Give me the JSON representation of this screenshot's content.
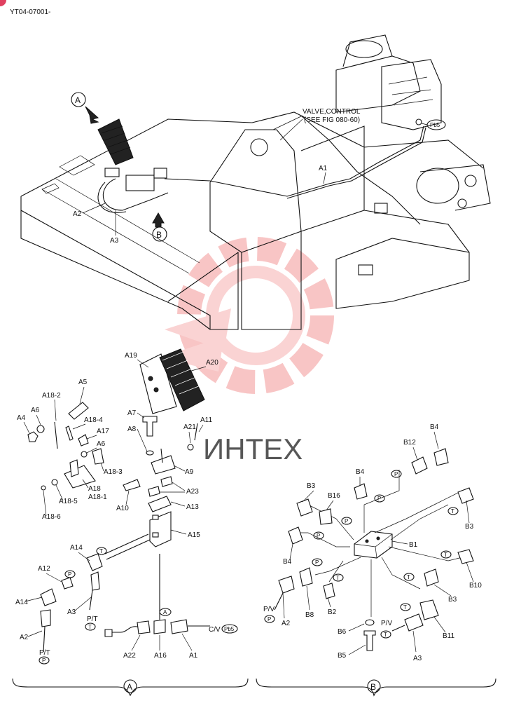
{
  "header": {
    "doc_code": "YT04-07001-"
  },
  "callouts": {
    "view_a": "A",
    "view_b": "B",
    "valve_control_line1": "VALVE,CONTROL",
    "valve_control_line2": "(SEE FIG 080-60)",
    "pb5": "Pb5"
  },
  "overview_labels": [
    "A1",
    "A2",
    "A3"
  ],
  "section_a_labels": {
    "a5": "A5",
    "a18_2": "A18-2",
    "a6a": "A6",
    "a4": "A4",
    "a18_4": "A18-4",
    "a17": "A17",
    "a6b": "A6",
    "a18_3": "A18-3",
    "a18": "A18",
    "a18_1": "A18-1",
    "a18_5": "A18-5",
    "a18_6": "A18-6",
    "a19": "A19",
    "a20": "A20",
    "a7": "A7",
    "a8": "A8",
    "a21": "A21",
    "a11": "A11",
    "a9": "A9",
    "a23": "A23",
    "a10": "A10",
    "a13": "A13",
    "a15": "A15",
    "a14a": "A14",
    "a12": "A12",
    "a14b": "A14",
    "a3": "A3",
    "pt1": "P/T",
    "a2": "A2",
    "pt2": "P/T",
    "a22": "A22",
    "a16": "A16",
    "a1": "A1",
    "cv": "C/V"
  },
  "section_b_labels": {
    "b4a": "B4",
    "b12": "B12",
    "b4b": "B4",
    "b3a": "B3",
    "b16": "B16",
    "b3b": "B3",
    "b1": "B1",
    "b4c": "B4",
    "b10": "B10",
    "b3c": "B3",
    "b8": "B8",
    "b2": "B2",
    "pv1": "P/V",
    "a2": "A2",
    "b6": "B6",
    "b5": "B5",
    "pv2": "P/V",
    "a3": "A3",
    "b11": "B11"
  },
  "port_tags": {
    "p": "P",
    "t": "T"
  },
  "watermark": {
    "brand": "ИНТЕХ",
    "color": "#f2a0a0"
  },
  "footer": {
    "section_a": "A",
    "section_b": "B"
  }
}
